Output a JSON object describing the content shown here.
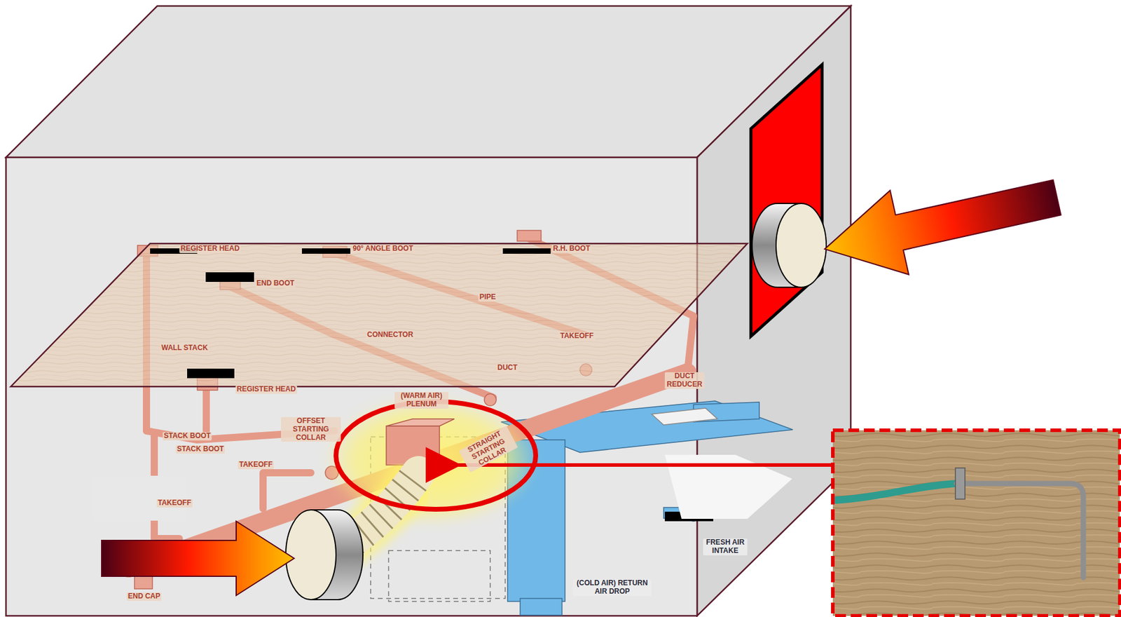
{
  "diagram": {
    "labels": [
      "REGISTER HEAD",
      "90° ANGLE BOOT",
      "R.H. BOOT",
      "END BOOT",
      "PIPE",
      "CONNECTOR",
      "WALL STACK",
      "TAKEOFF",
      "DUCT",
      "DUCT REDUCER",
      "REGISTER HEAD",
      "(WARM AIR) PLENUM",
      "OFFSET STARTING COLLAR",
      "STRAIGHT STARTING COLLAR",
      "STACK BOOT",
      "STACK BOOT",
      "TAKEOFF",
      "TAKEOFF",
      "FRESH AIR INTAKE",
      "END CAP",
      "(COLD AIR) RETURN AIR DROP"
    ]
  }
}
